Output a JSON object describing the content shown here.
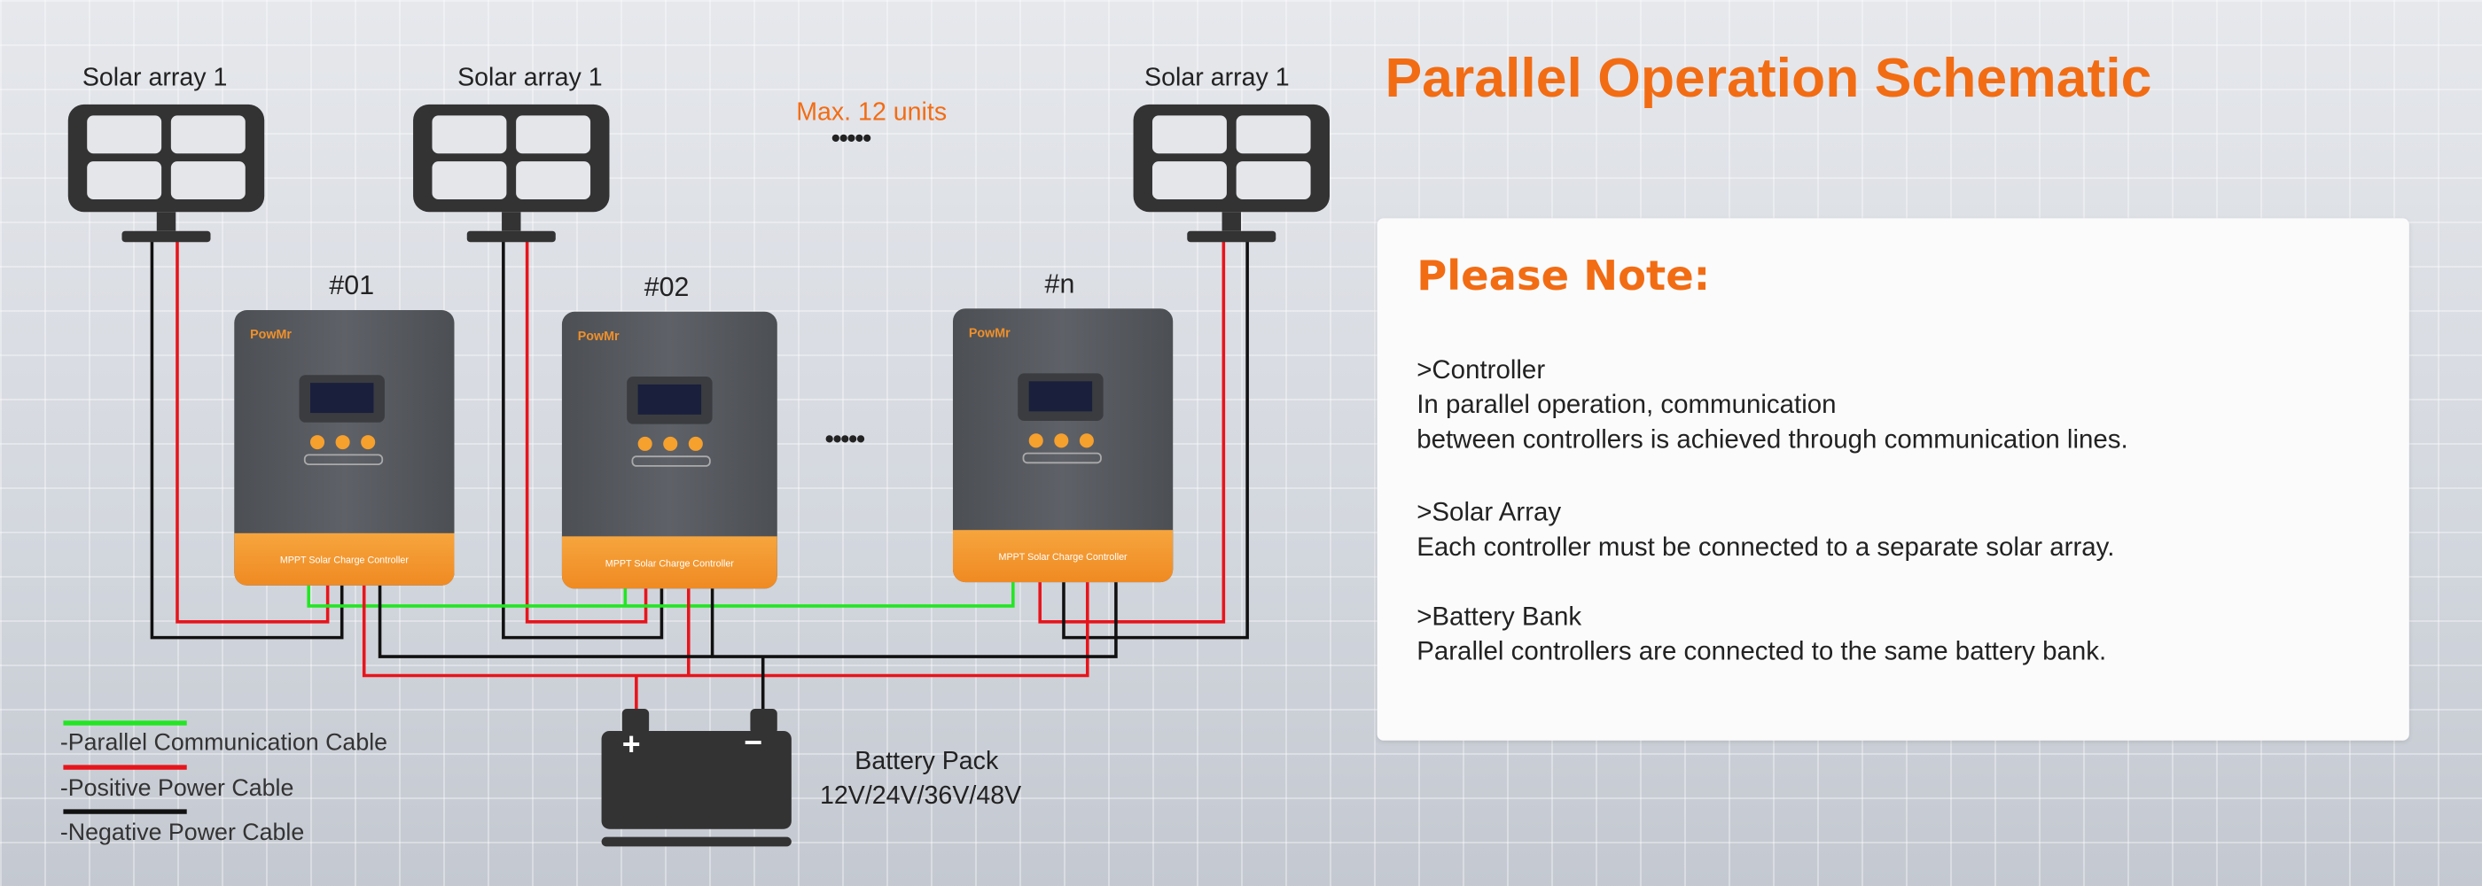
{
  "title": "Parallel Operation Schematic",
  "solar_labels": [
    "Solar array 1",
    "Solar array 1",
    "Solar array 1"
  ],
  "max_units": "Max. 12 units",
  "ellipsis": "•••••",
  "controllers": [
    {
      "label": "#01",
      "brand": "PowMr",
      "footer": "MPPT Solar Charge Controller"
    },
    {
      "label": "#02",
      "brand": "PowMr",
      "footer": "MPPT Solar Charge Controller"
    },
    {
      "label": "#n",
      "brand": "PowMr",
      "footer": "MPPT Solar Charge Controller"
    }
  ],
  "battery": {
    "name": "Battery Pack",
    "voltages": "12V/24V/36V/48V",
    "plus": "+",
    "minus": "−"
  },
  "legend": [
    {
      "label": "-Parallel Communication Cable",
      "color": "#22e622"
    },
    {
      "label": "-Positive Power Cable",
      "color": "#e8141b"
    },
    {
      "label": "-Negative Power Cable",
      "color": "#111111"
    }
  ],
  "note": {
    "heading": "Please Note:",
    "sections": [
      {
        "title": ">Controller",
        "lines": [
          "In parallel operation, communication",
          "between controllers is achieved through communication lines."
        ]
      },
      {
        "title": ">Solar Array",
        "lines": [
          "Each controller must be connected to a separate solar array."
        ]
      },
      {
        "title": ">Battery Bank",
        "lines": [
          "Parallel controllers are connected to the same battery bank."
        ]
      }
    ]
  }
}
